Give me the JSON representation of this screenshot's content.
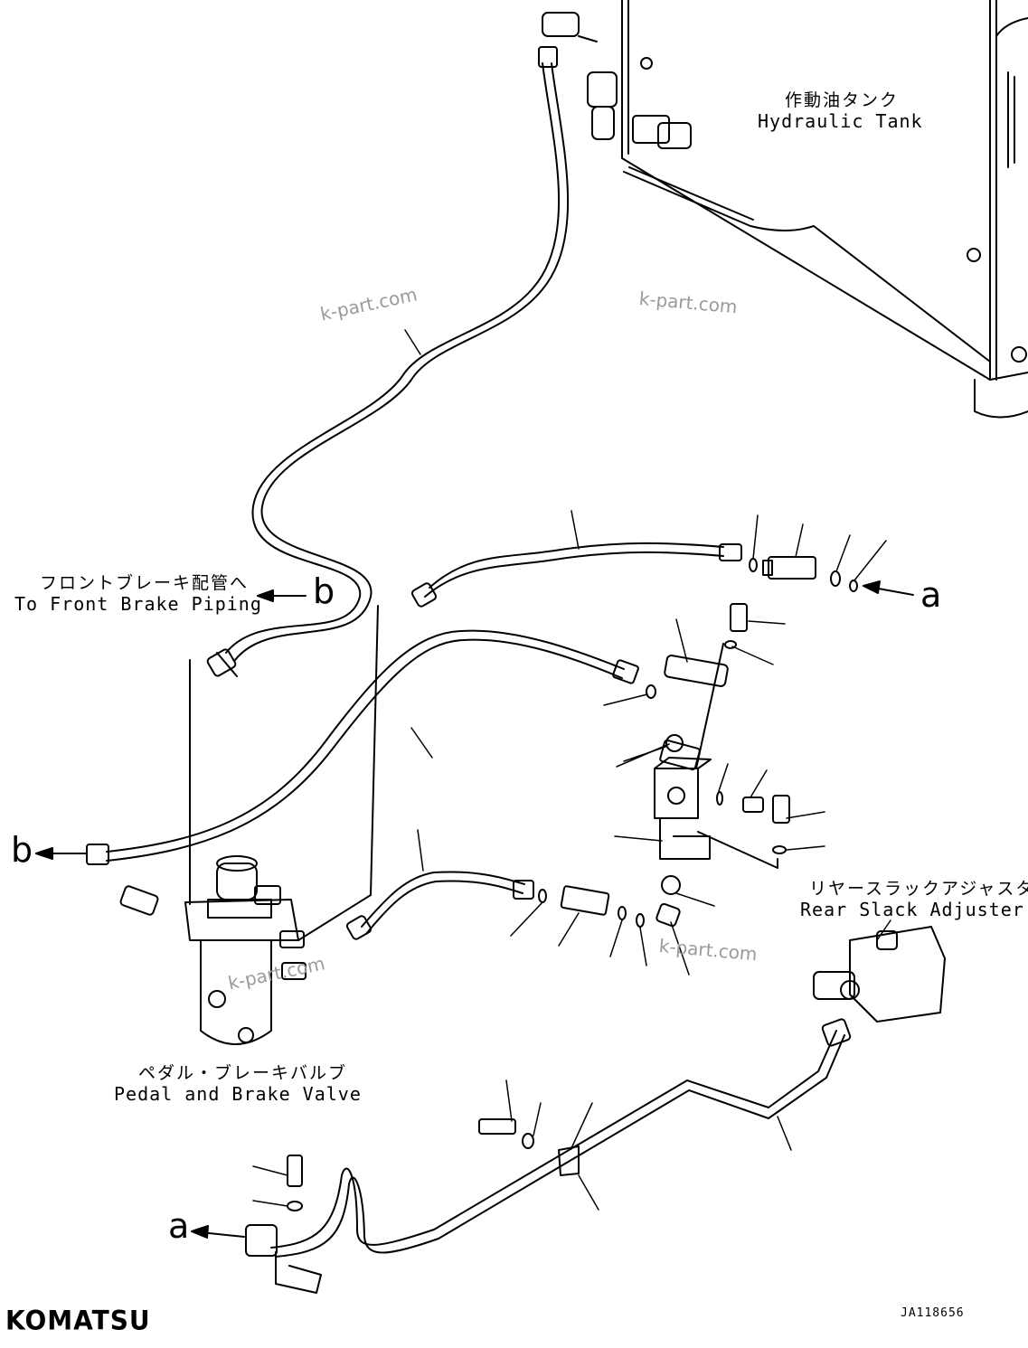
{
  "labels": {
    "hydraulic_tank_jp": "作動油タンク",
    "hydraulic_tank_en": "Hydraulic Tank",
    "front_brake_jp": "フロントブレーキ配管へ",
    "front_brake_en": "To Front Brake Piping",
    "rear_slack_jp": "リヤースラックアジャスタ",
    "rear_slack_en": "Rear Slack Adjuster",
    "pedal_valve_jp": "ペダル・ブレーキバルブ",
    "pedal_valve_en": "Pedal and Brake Valve"
  },
  "connection_letters": {
    "a_right": "a",
    "b_top": "b",
    "b_left": "b",
    "a_bottom": "a"
  },
  "watermarks": [
    "k-part.com",
    "k-part.com",
    "k-part.com",
    "k-part.com"
  ],
  "brand": "KOMATSU",
  "drawing_code": "JA118656"
}
